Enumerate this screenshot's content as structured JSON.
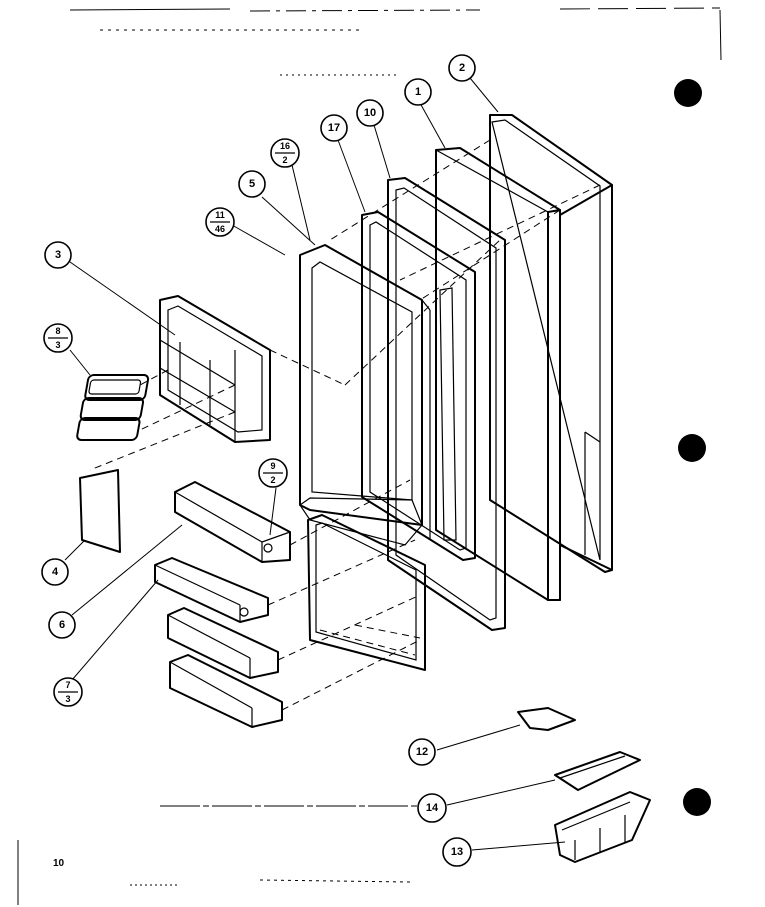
{
  "page": {
    "number": "10"
  },
  "callouts": [
    {
      "id": "c1",
      "label": "1"
    },
    {
      "id": "c2",
      "label": "2"
    },
    {
      "id": "c3",
      "label": "3"
    },
    {
      "id": "c4",
      "label": "4"
    },
    {
      "id": "c5",
      "label": "5"
    },
    {
      "id": "c6",
      "label": "6"
    },
    {
      "id": "c10",
      "label": "10"
    },
    {
      "id": "c12",
      "label": "12"
    },
    {
      "id": "c13",
      "label": "13"
    },
    {
      "id": "c14",
      "label": "14"
    },
    {
      "id": "c17",
      "label": "17"
    }
  ],
  "fraction_callouts": [
    {
      "id": "f16_2",
      "top": "16",
      "bottom": "2"
    },
    {
      "id": "f11_46",
      "top": "11",
      "bottom": "46"
    },
    {
      "id": "f8_3",
      "top": "8",
      "bottom": "3"
    },
    {
      "id": "f9_2",
      "top": "9",
      "bottom": "2"
    },
    {
      "id": "f7_3",
      "top": "7",
      "bottom": "3"
    }
  ],
  "colors": {
    "ink": "#000000",
    "paper": "#ffffff"
  }
}
